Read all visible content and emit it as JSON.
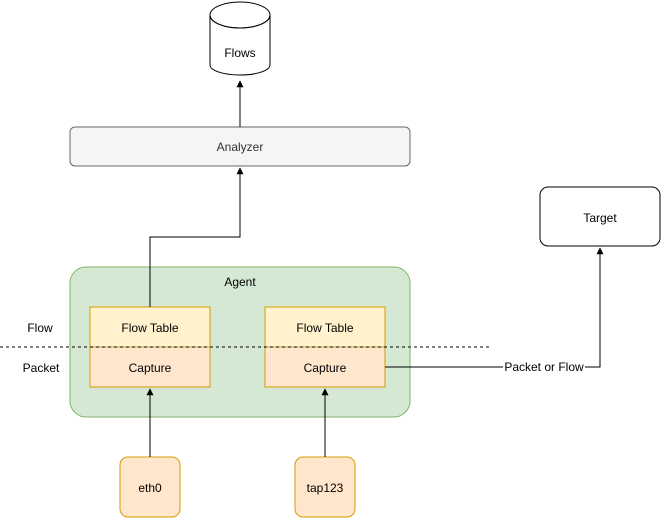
{
  "nodes": {
    "flows": {
      "label": "Flows"
    },
    "analyzer": {
      "label": "Analyzer"
    },
    "target": {
      "label": "Target"
    },
    "agent": {
      "label": "Agent"
    },
    "flow_table_1": {
      "label": "Flow Table"
    },
    "capture_1": {
      "label": "Capture"
    },
    "flow_table_2": {
      "label": "Flow Table"
    },
    "capture_2": {
      "label": "Capture"
    },
    "eth0": {
      "label": "eth0"
    },
    "tap123": {
      "label": "tap123"
    }
  },
  "layers": {
    "flow": "Flow",
    "packet": "Packet"
  },
  "edges": {
    "capture_to_target": "Packet or Flow"
  },
  "colors": {
    "agent_fill": "#d5e8d4",
    "agent_stroke": "#82b366",
    "flow_table_fill": "#fff2cc",
    "capture_fill": "#ffe6cc",
    "component_stroke": "#d79b00",
    "analyzer_fill": "#f5f5f5",
    "analyzer_stroke": "#666666"
  }
}
